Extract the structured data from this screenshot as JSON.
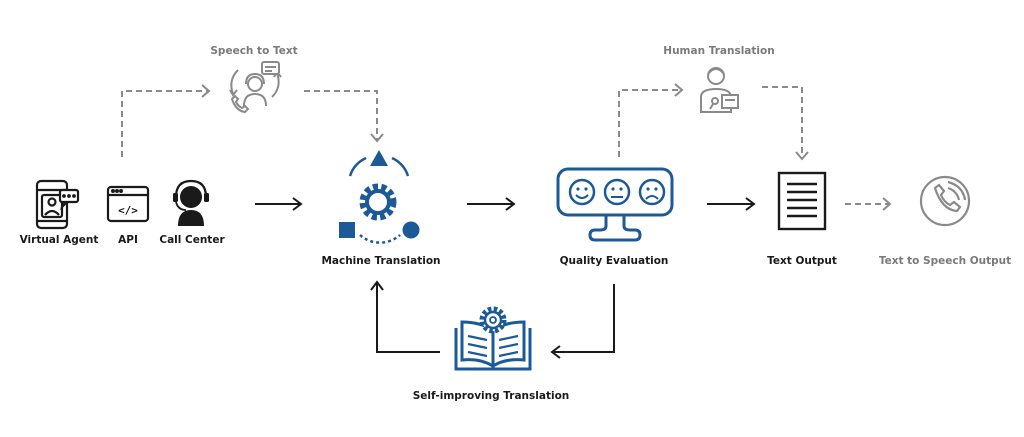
{
  "nodes": {
    "virtual_agent": "Virtual Agent",
    "api": "API",
    "call_center": "Call Center",
    "speech_to_text": "Speech to Text",
    "machine_translation": "Machine Translation",
    "quality_evaluation": "Quality Evaluation",
    "human_translation": "Human Translation",
    "text_output": "Text Output",
    "text_to_speech_output": "Text to Speech Output",
    "self_improving_translation": "Self-improving Translation"
  },
  "api_glyph": "</>",
  "colors": {
    "primary_blue": "#1c5a97",
    "dark": "#1a1a1a",
    "gray": "#8a8a8a"
  }
}
